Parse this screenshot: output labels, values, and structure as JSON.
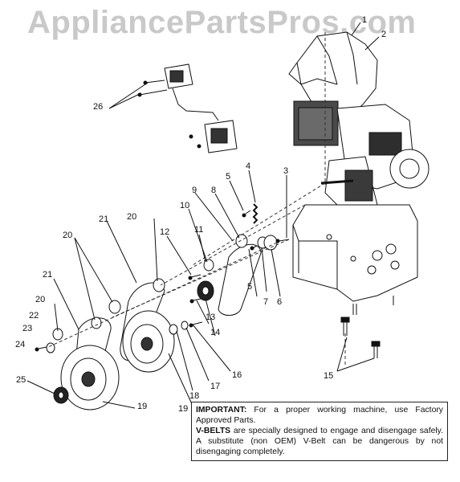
{
  "watermark": "AppliancePartsPros.com",
  "callouts": {
    "c1": "1",
    "c2": "2",
    "c3": "3",
    "c4": "4",
    "c5a": "5",
    "c5b": "5",
    "c6": "6",
    "c7": "7",
    "c8": "8",
    "c9": "9",
    "c10": "10",
    "c11": "11",
    "c12": "12",
    "c13": "13",
    "c14": "14",
    "c15": "15",
    "c16": "16",
    "c17": "17",
    "c18": "18",
    "c19a": "19",
    "c19b": "19",
    "c20a": "20",
    "c20b": "20",
    "c20c": "20",
    "c21a": "21",
    "c21b": "21",
    "c22": "22",
    "c23": "23",
    "c24": "24",
    "c25": "25",
    "c26": "26"
  },
  "note": {
    "important_label": "IMPORTANT:",
    "important_text": " For a proper working machine, use Factory Approved Parts.",
    "vbelts_label": "V-BELTS",
    "vbelts_text": " are specially designed to engage and disengage safely. A substitute (non OEM) V-Belt can be dangerous by not disengaging completely."
  }
}
